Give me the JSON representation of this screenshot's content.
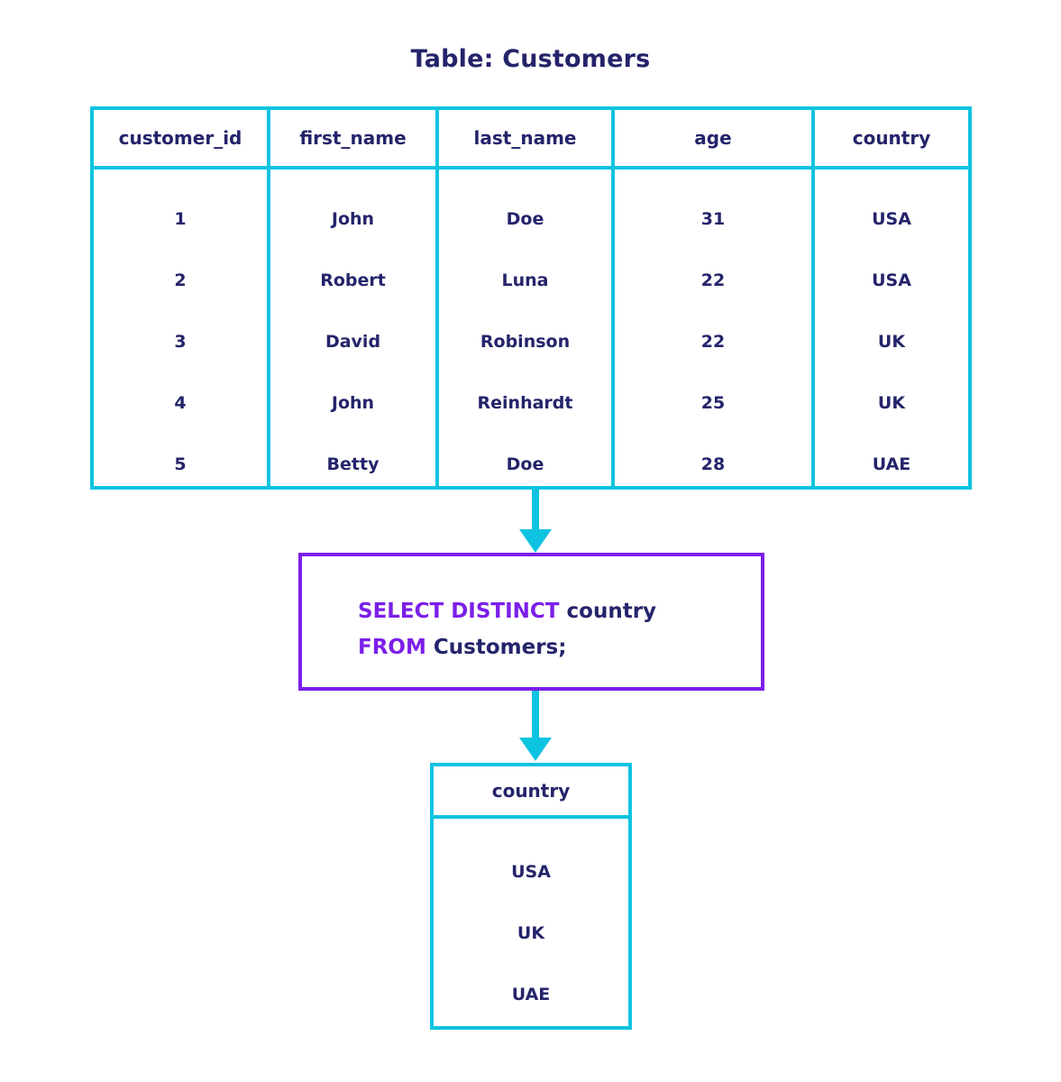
{
  "title": "Table: Customers",
  "colors": {
    "table_border": "#0ec3e0",
    "arrow": "#0ec3e0",
    "sql_border": "#7b1fe8",
    "keyword": "#7b1fe8",
    "text": "#24246b",
    "background": "#ffffff"
  },
  "source_table": {
    "name": "Customers",
    "columns": [
      "customer_id",
      "first_name",
      "last_name",
      "age",
      "country"
    ],
    "rows": [
      [
        "1",
        "John",
        "Doe",
        "31",
        "USA"
      ],
      [
        "2",
        "Robert",
        "Luna",
        "22",
        "USA"
      ],
      [
        "3",
        "David",
        "Robinson",
        "22",
        "UK"
      ],
      [
        "4",
        "John",
        "Reinhardt",
        "25",
        "UK"
      ],
      [
        "5",
        "Betty",
        "Doe",
        "28",
        "UAE"
      ]
    ]
  },
  "sql": {
    "line1": {
      "keyword": "SELECT DISTINCT",
      "identifier": "country"
    },
    "line2": {
      "keyword": "FROM",
      "identifier": "Customers;"
    },
    "full_text": "SELECT DISTINCT country FROM Customers;"
  },
  "result_table": {
    "column": "country",
    "rows": [
      "USA",
      "UK",
      "UAE"
    ]
  },
  "arrows": [
    {
      "name": "table-to-query",
      "direction": "down"
    },
    {
      "name": "query-to-result",
      "direction": "down"
    }
  ]
}
